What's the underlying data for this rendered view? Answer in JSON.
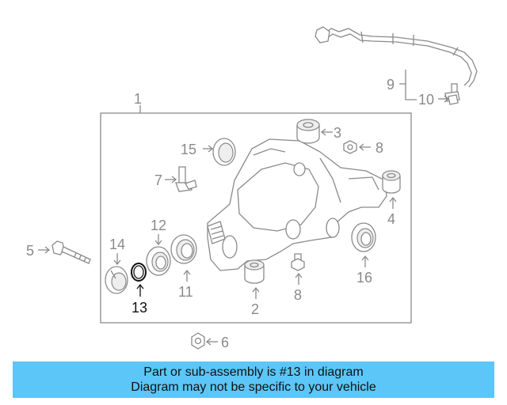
{
  "diagram": {
    "labels": {
      "p1": "1",
      "p2": "2",
      "p3": "3",
      "p4": "4",
      "p5": "5",
      "p6": "6",
      "p7": "7",
      "p8a": "8",
      "p8b": "8",
      "p9": "9",
      "p10": "10",
      "p11": "11",
      "p12": "12",
      "p13": "13",
      "p14": "14",
      "p15": "15",
      "p16": "16"
    },
    "highlighted_part": "13",
    "highlight_color": "#111111",
    "line_color": "#8a8a8a"
  },
  "banner": {
    "line1": "Part or sub-assembly is #13 in diagram",
    "line2": "Diagram may not be specific to your vehicle",
    "color": "#5bc6f7"
  }
}
